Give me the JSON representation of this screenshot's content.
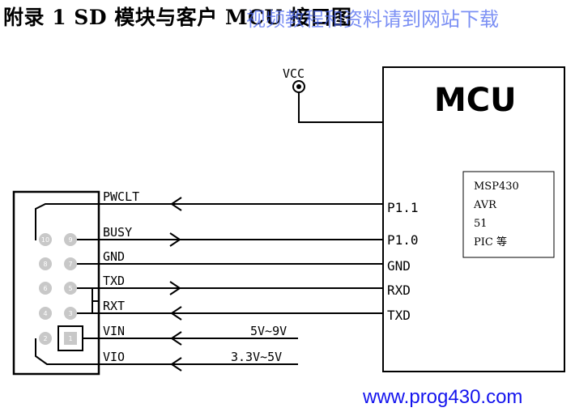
{
  "title": "附录 1 SD 模块与客户 MCU 接口图",
  "watermark": "视频教程和资料请到网站下载",
  "website": "www.prog430.com",
  "power": {
    "label": "VCC"
  },
  "mcu": {
    "title": "MCU",
    "types": [
      "MSP430",
      "AVR",
      "51",
      "PIC 等"
    ],
    "pins": [
      "P1.1",
      "P1.0",
      "GND",
      "RXD",
      "TXD"
    ]
  },
  "module_pins": {
    "pin10": "10",
    "pin9": "9",
    "pin8": "8",
    "pin7": "7",
    "pin6": "6",
    "pin5": "5",
    "pin4": "4",
    "pin3": "3",
    "pin2": "2",
    "pin1": "1"
  },
  "signals": {
    "pwclt": "PWCLT",
    "busy": "BUSY",
    "gnd": "GND",
    "txd": "TXD",
    "rxt": "RXT",
    "vin": "VIN",
    "vio": "VIO"
  },
  "supplies": {
    "vin_range": "5V~9V",
    "vio_range": "3.3V~5V"
  }
}
